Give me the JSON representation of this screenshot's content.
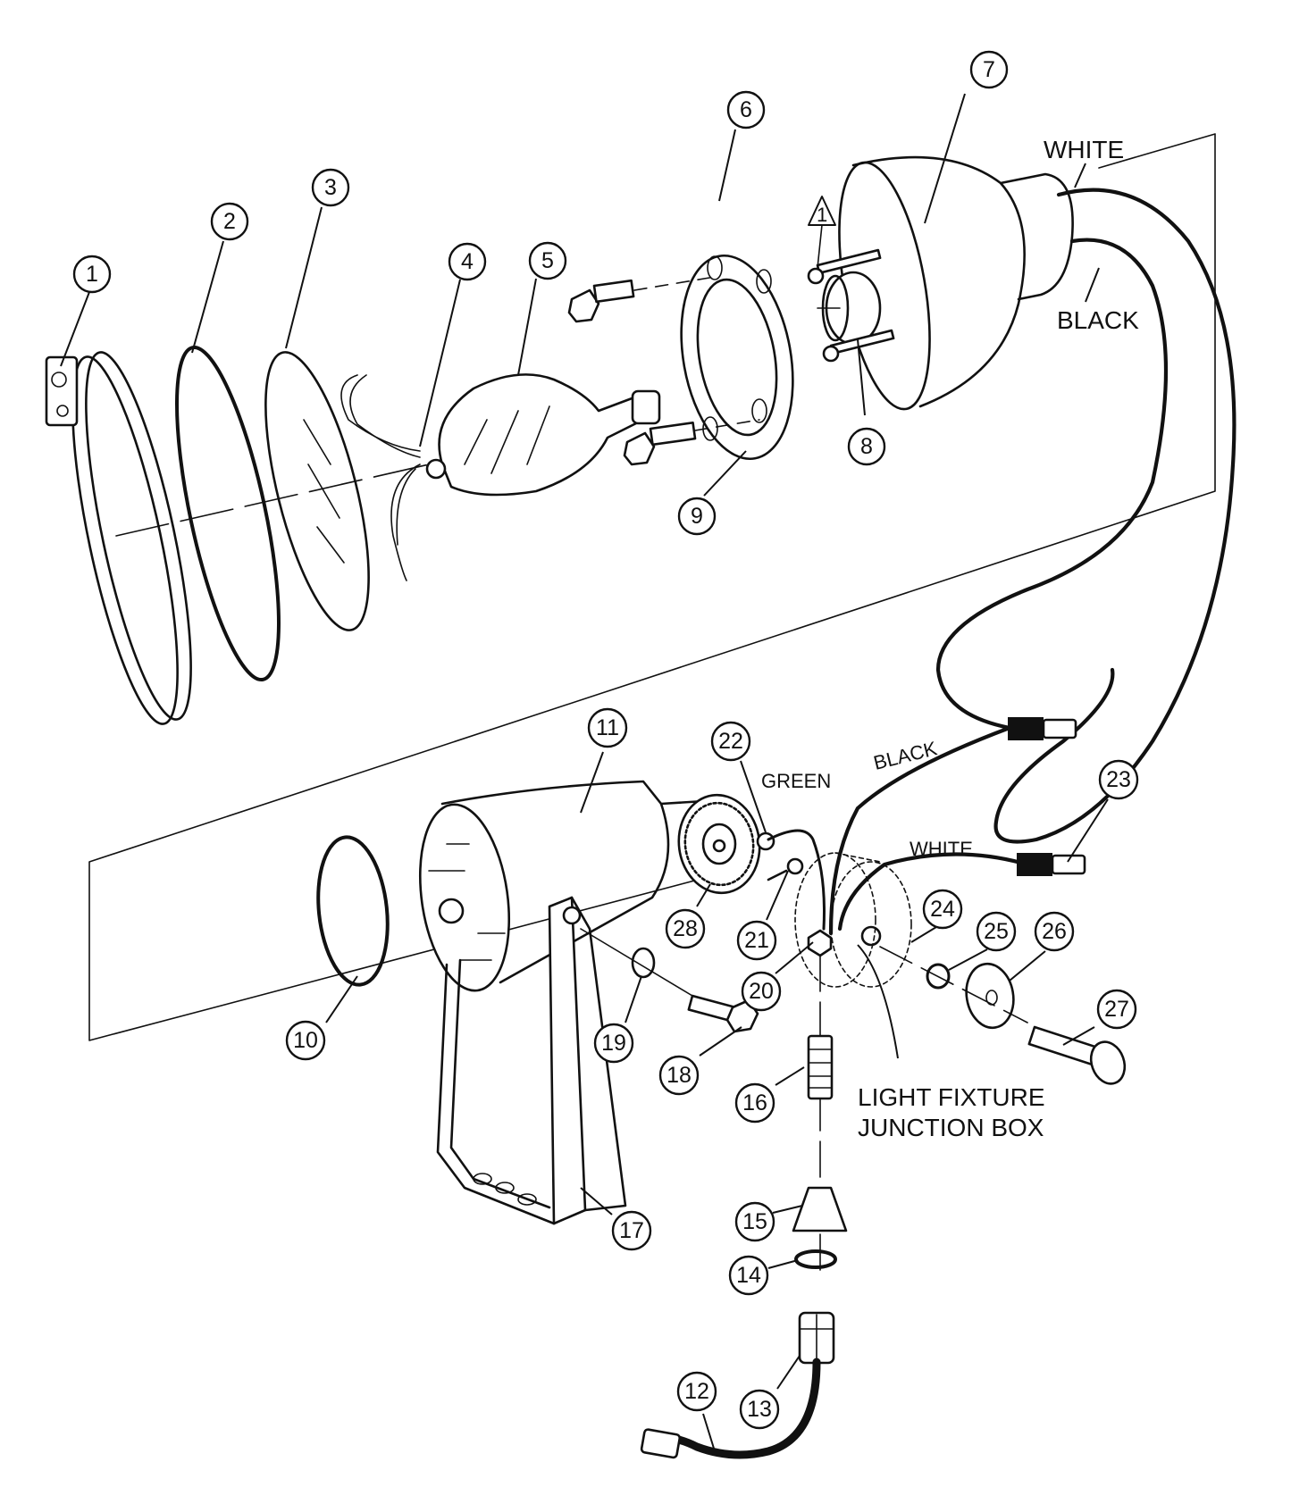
{
  "diagram": {
    "callouts": [
      "1",
      "2",
      "3",
      "4",
      "5",
      "6",
      "7",
      "8",
      "9",
      "10",
      "11",
      "12",
      "13",
      "14",
      "15",
      "16",
      "17",
      "18",
      "19",
      "20",
      "21",
      "22",
      "23",
      "24",
      "25",
      "26",
      "27",
      "28"
    ],
    "warning_symbol": "1",
    "wire_labels": {
      "white_top": "WHITE",
      "black_top": "BLACK",
      "black_mid": "BLACK",
      "green": "GREEN",
      "white_mid": "WHITE"
    },
    "junction_box_label": {
      "line1": "LIGHT FIXTURE",
      "line2": "JUNCTION BOX"
    }
  }
}
